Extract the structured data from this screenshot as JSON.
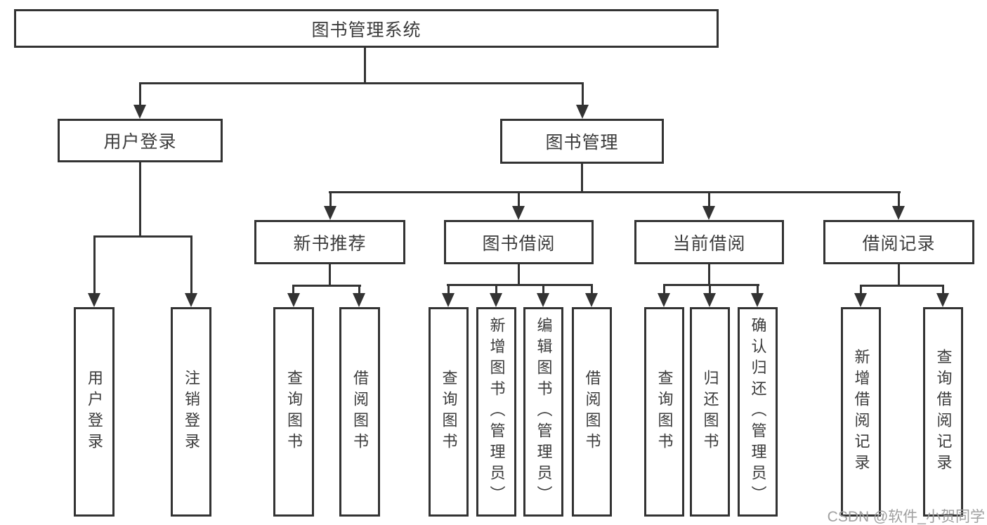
{
  "diagram": {
    "type": "hierarchy-tree",
    "title": "图书管理系统"
  },
  "nodes": {
    "root": {
      "label": "图书管理系统"
    },
    "level2": [
      {
        "id": "user-login",
        "label": "用户登录",
        "parent": "图书管理系统"
      },
      {
        "id": "book-management",
        "label": "图书管理",
        "parent": "图书管理系统"
      }
    ],
    "level3": [
      {
        "id": "new-book-recommend",
        "label": "新书推荐",
        "parent": "图书管理"
      },
      {
        "id": "book-borrow",
        "label": "图书借阅",
        "parent": "图书管理"
      },
      {
        "id": "current-borrow",
        "label": "当前借阅",
        "parent": "图书管理"
      },
      {
        "id": "borrow-records",
        "label": "借阅记录",
        "parent": "图书管理"
      }
    ],
    "leaves": [
      {
        "label": "用户登录",
        "parent": "用户登录"
      },
      {
        "label": "注销登录",
        "parent": "用户登录"
      },
      {
        "label": "查询图书",
        "parent": "新书推荐"
      },
      {
        "label": "借阅图书",
        "parent": "新书推荐"
      },
      {
        "label": "查询图书",
        "parent": "图书借阅"
      },
      {
        "label": "新增图书（管理员）",
        "parent": "图书借阅"
      },
      {
        "label": "编辑图书（管理员）",
        "parent": "图书借阅"
      },
      {
        "label": "借阅图书",
        "parent": "图书借阅"
      },
      {
        "label": "查询图书",
        "parent": "当前借阅"
      },
      {
        "label": "归还图书",
        "parent": "当前借阅"
      },
      {
        "label": "确认归还（管理员）",
        "parent": "当前借阅"
      },
      {
        "label": "新增借阅记录",
        "parent": "借阅记录"
      },
      {
        "label": "查询借阅记录",
        "parent": "借阅记录"
      }
    ]
  },
  "watermark": {
    "text": "CSDN @软件_小贺同学"
  },
  "colors": {
    "line": "#333333",
    "text": "#3b3b3b",
    "background": "#ffffff",
    "watermark": "#9f9f9f"
  }
}
